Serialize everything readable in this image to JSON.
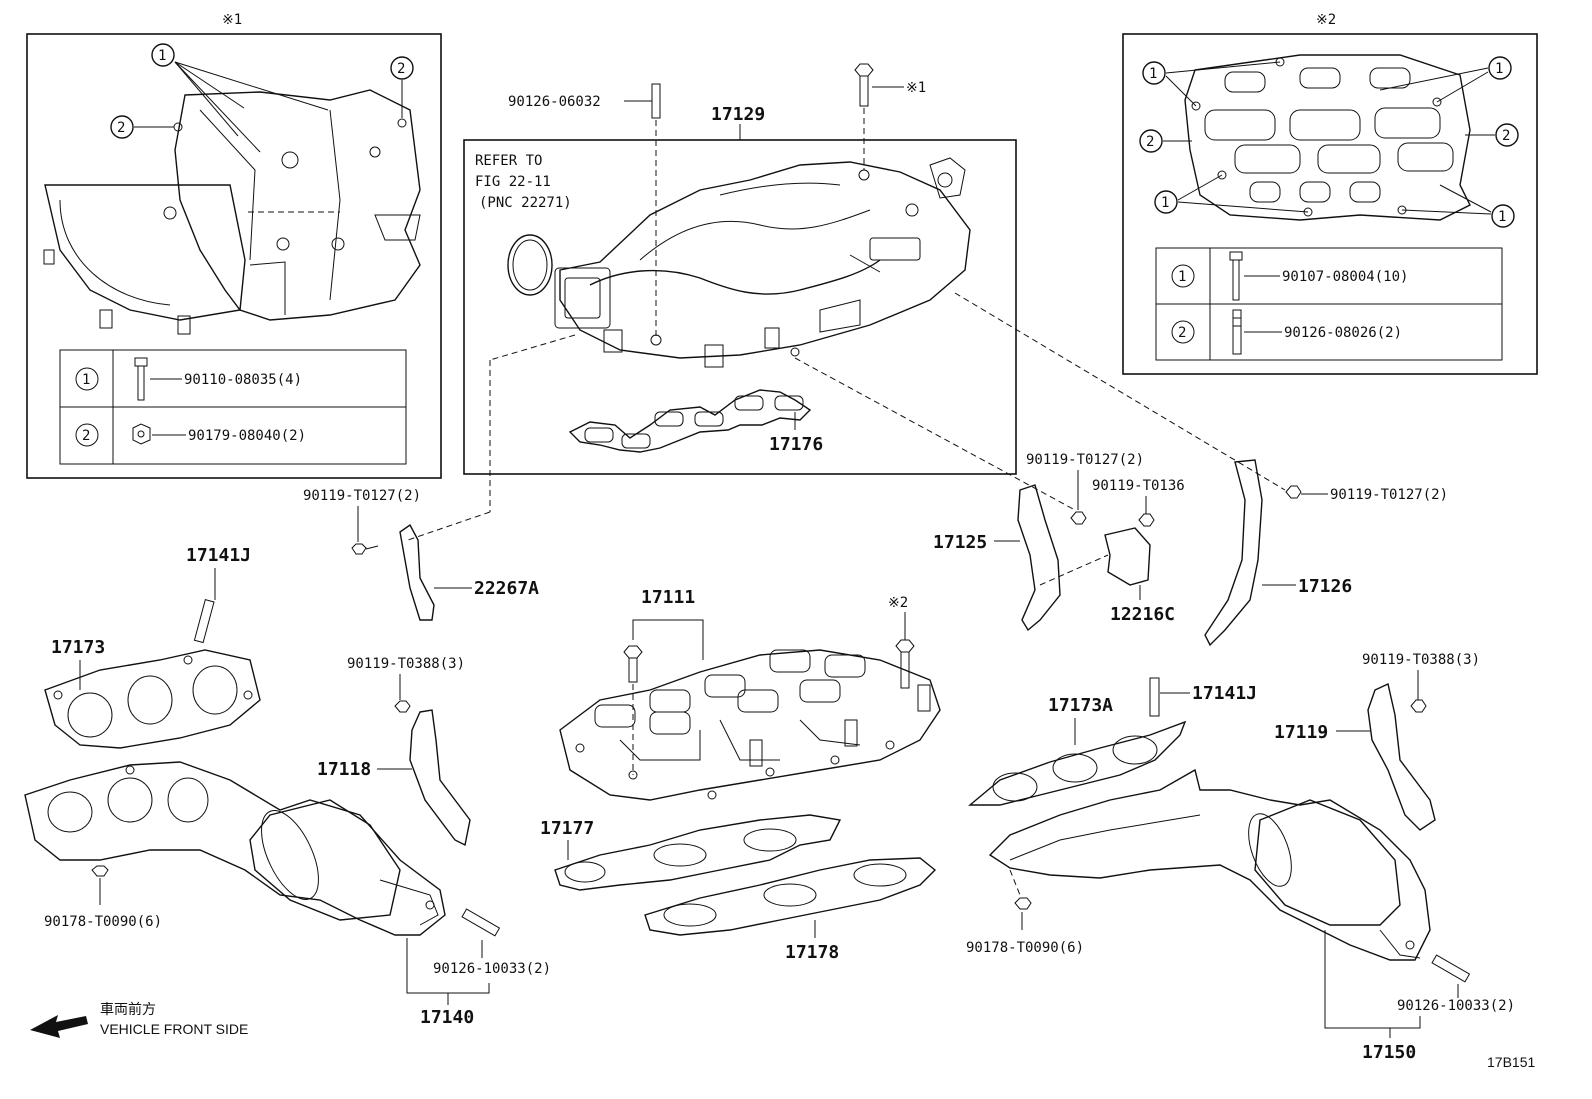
{
  "inset1": {
    "mark": "※1",
    "legend": [
      {
        "num": "1",
        "part": "90110-08035(4)",
        "icon": "bolt-icon"
      },
      {
        "num": "2",
        "part": "90179-08040(2)",
        "icon": "nut-icon"
      }
    ]
  },
  "inset2": {
    "mark": "※2",
    "legend": [
      {
        "num": "1",
        "part": "90107-08004(10)",
        "icon": "bolt-icon"
      },
      {
        "num": "2",
        "part": "90126-08026(2)",
        "icon": "stud-icon"
      }
    ]
  },
  "main_box": {
    "title_part": "17129",
    "refer_line1": "REFER TO",
    "refer_line2": "FIG 22-11",
    "refer_line3": "(PNC 22271)",
    "stud_part": "90126-06032",
    "bolt_mark": "※1",
    "gasket_part": "17176"
  },
  "labels": {
    "p90119_left": "90119-T0127(2)",
    "p22267A": "22267A",
    "p17141J_left": "17141J",
    "p17173": "17173",
    "p90119_t0388_left": "90119-T0388(3)",
    "p17118": "17118",
    "p90178_left": "90178-T0090(6)",
    "p90126_10033_left": "90126-10033(2)",
    "p17140": "17140",
    "p17111": "17111",
    "mark2_center": "※2",
    "p17177": "17177",
    "p17178": "17178",
    "p90119_t0127_mid": "90119-T0127(2)",
    "p90119_t0136": "90119-T0136",
    "p17125": "17125",
    "p12216C": "12216C",
    "p90119_t0127_right": "90119-T0127(2)",
    "p17126": "17126",
    "p17173A": "17173A",
    "p17141J_right": "17141J",
    "p90119_t0388_right": "90119-T0388(3)",
    "p17119": "17119",
    "p90178_right": "90178-T0090(6)",
    "p90126_10033_right": "90126-10033(2)",
    "p17150": "17150"
  },
  "footer": {
    "front_jp": "車両前方",
    "front_en": "VEHICLE FRONT SIDE",
    "fig_id": "17B151"
  }
}
